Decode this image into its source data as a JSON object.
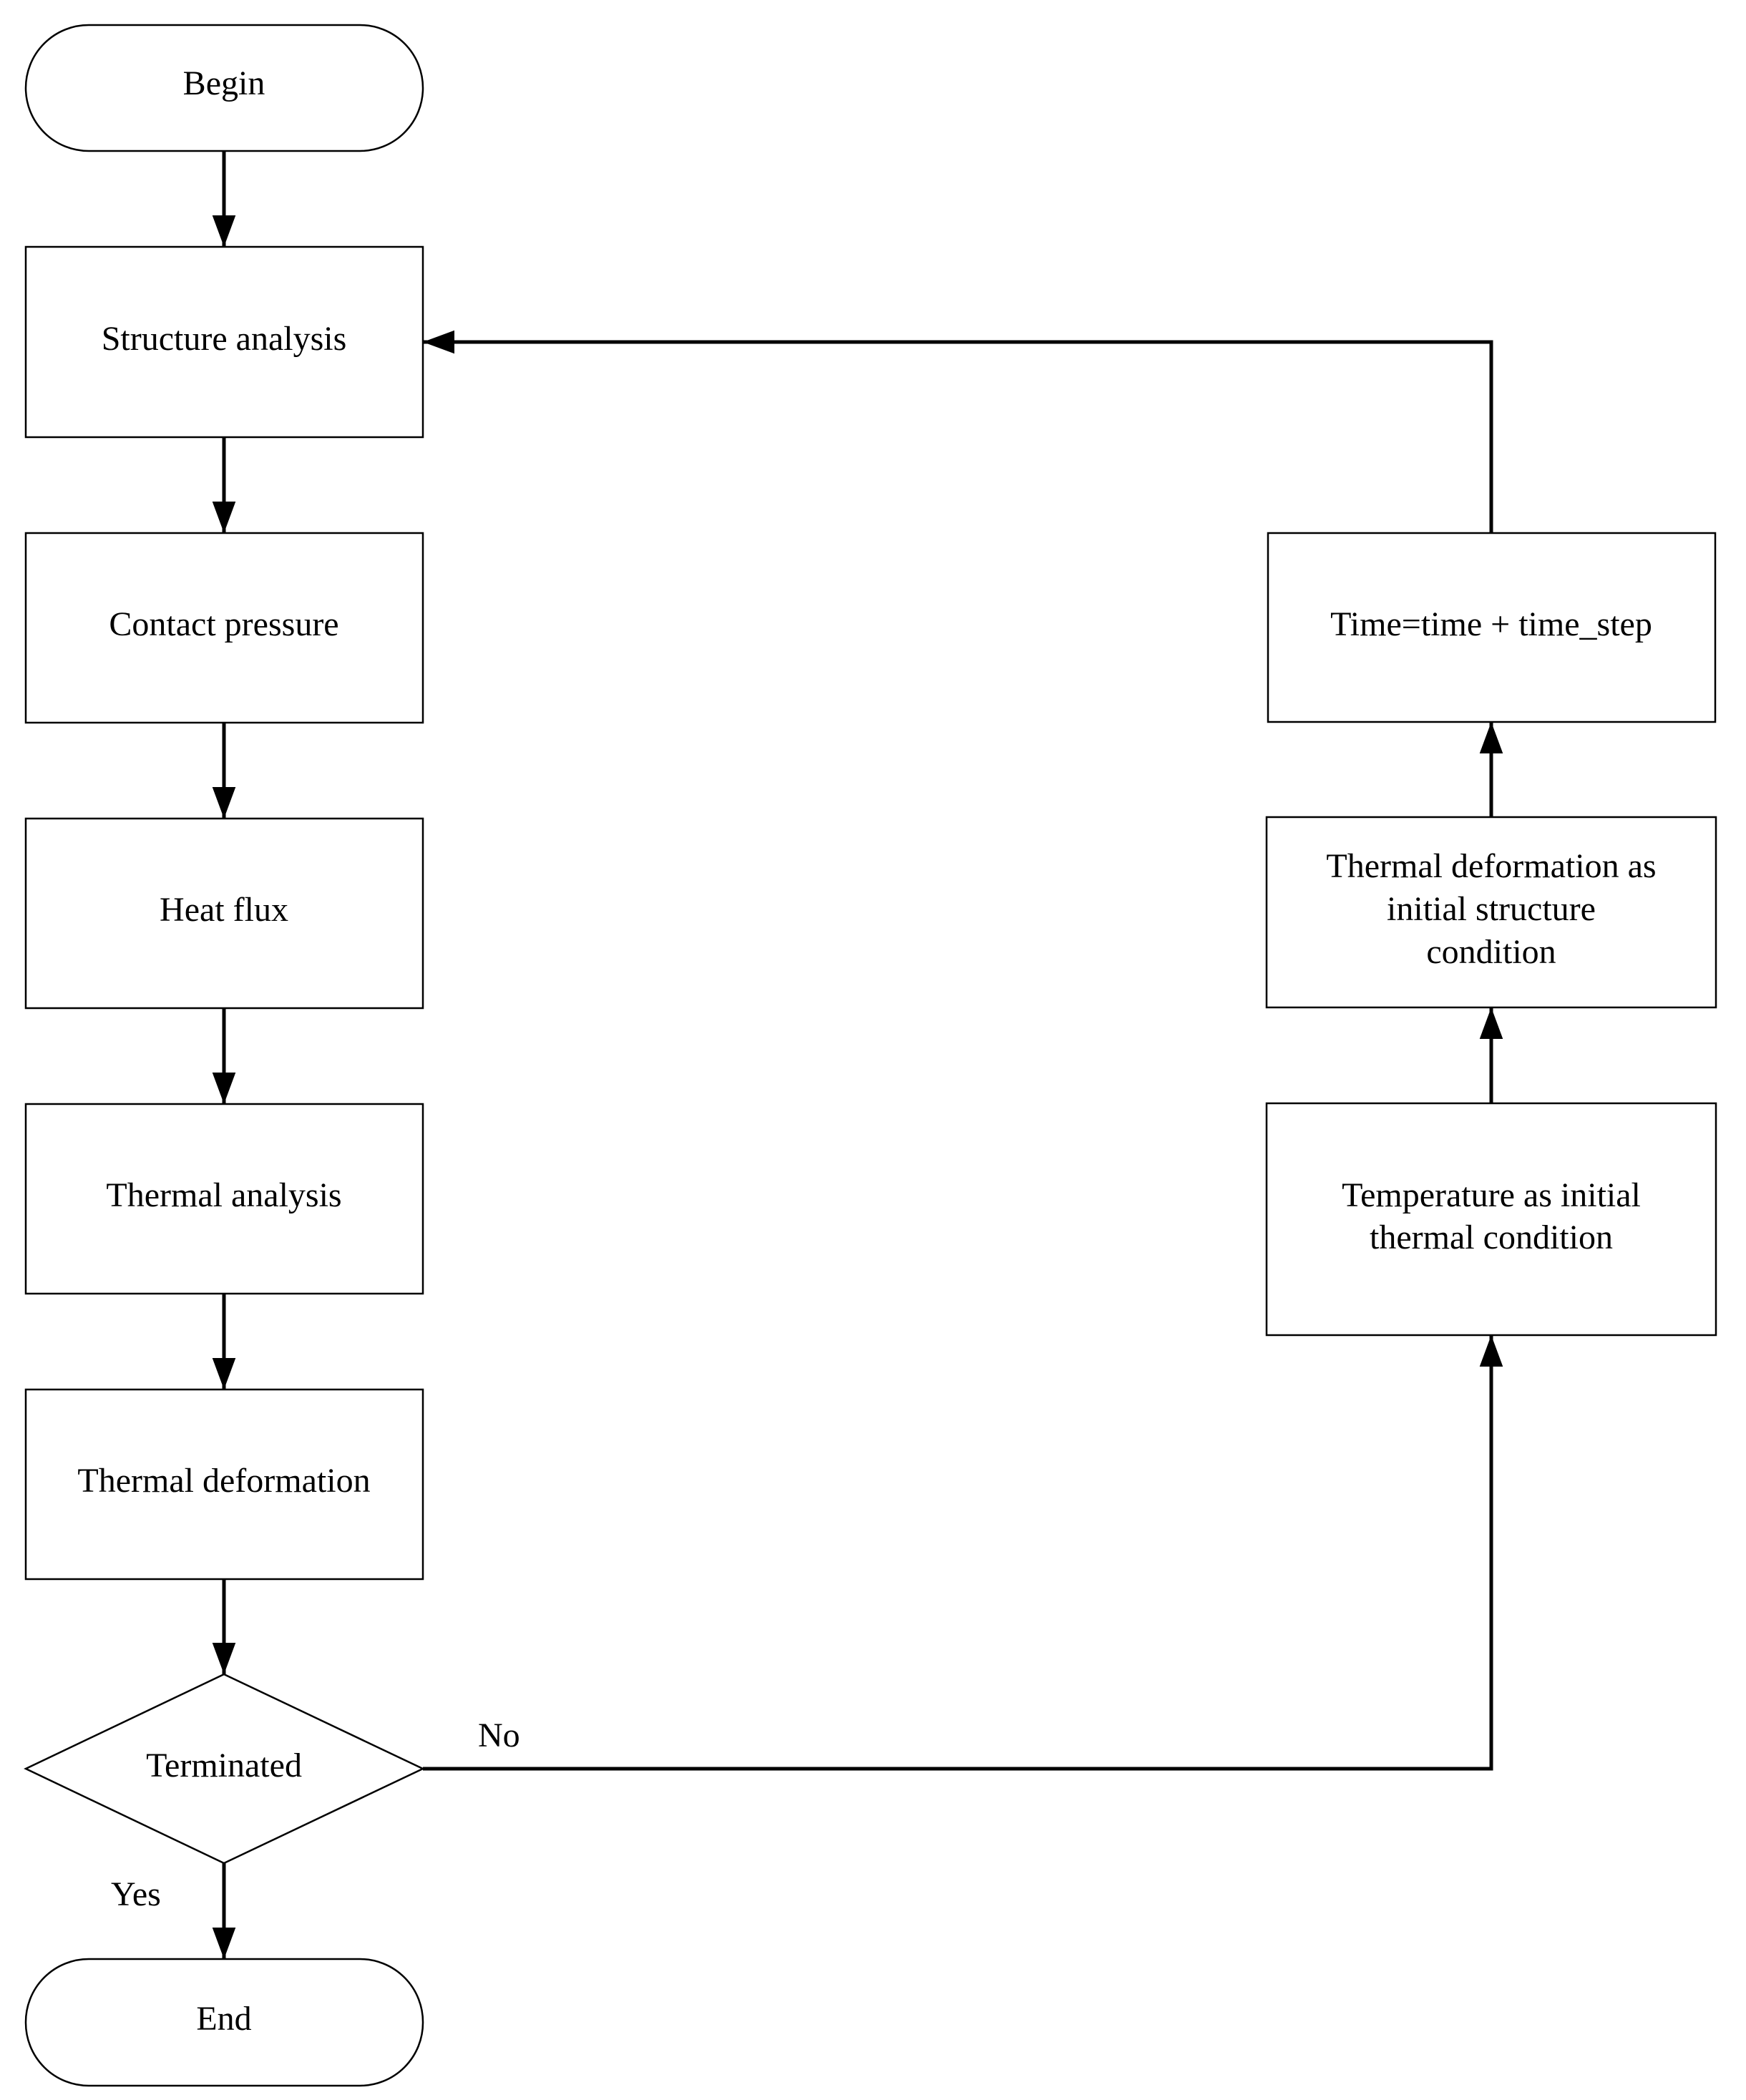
{
  "nodes": {
    "begin": "Begin",
    "structure_analysis": "Structure analysis",
    "contact_pressure": "Contact pressure",
    "heat_flux": "Heat flux",
    "thermal_analysis": "Thermal analysis",
    "thermal_deformation": "Thermal deformation",
    "terminated": "Terminated",
    "end": "End",
    "time_update": "Time=time + time_step",
    "thermal_deformation_initial": {
      "line1": "Thermal deformation as",
      "line2": "initial structure",
      "line3": "condition"
    },
    "temperature_initial": {
      "line1": "Temperature as initial",
      "line2": "thermal condition"
    }
  },
  "edge_labels": {
    "no": "No",
    "yes": "Yes"
  },
  "colors": {
    "stroke": "#000000",
    "fill": "#ffffff",
    "text": "#000000"
  }
}
